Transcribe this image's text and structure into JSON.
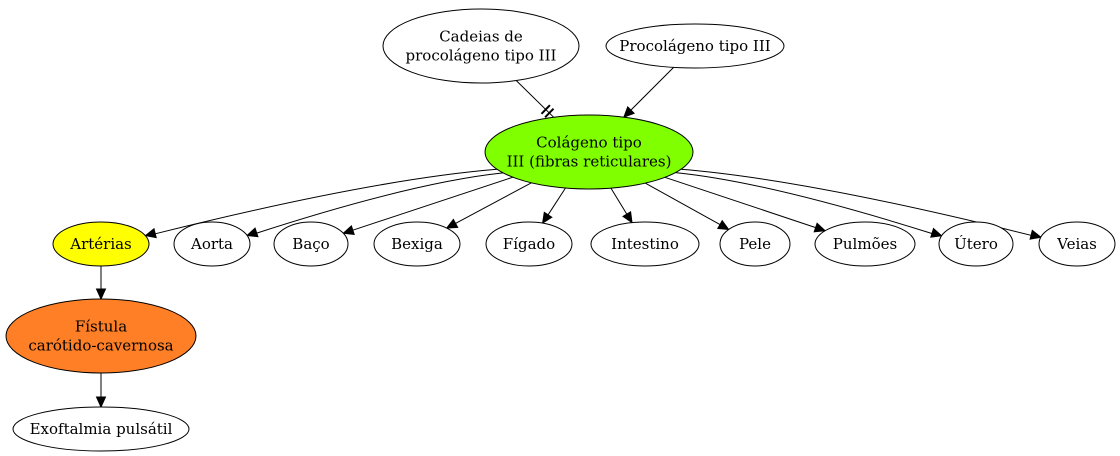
{
  "nodes": {
    "cadeias": {
      "label": [
        "Cadeias de",
        "procolágeno tipo III"
      ],
      "fill": "#ffffff"
    },
    "procolageno": {
      "label": [
        "Procolágeno tipo III"
      ],
      "fill": "#ffffff"
    },
    "colageno": {
      "label": [
        "Colágeno tipo",
        "III (fibras reticulares)"
      ],
      "fill": "#7fff00"
    },
    "arterias": {
      "label": [
        "Artérias"
      ],
      "fill": "#ffff00"
    },
    "aorta": {
      "label": [
        "Aorta"
      ],
      "fill": "#ffffff"
    },
    "baco": {
      "label": [
        "Baço"
      ],
      "fill": "#ffffff"
    },
    "bexiga": {
      "label": [
        "Bexiga"
      ],
      "fill": "#ffffff"
    },
    "figado": {
      "label": [
        "Fígado"
      ],
      "fill": "#ffffff"
    },
    "intestino": {
      "label": [
        "Intestino"
      ],
      "fill": "#ffffff"
    },
    "pele": {
      "label": [
        "Pele"
      ],
      "fill": "#ffffff"
    },
    "pulmoes": {
      "label": [
        "Pulmões"
      ],
      "fill": "#ffffff"
    },
    "utero": {
      "label": [
        "Útero"
      ],
      "fill": "#ffffff"
    },
    "veias": {
      "label": [
        "Veias"
      ],
      "fill": "#ffffff"
    },
    "fistula": {
      "label": [
        "Fístula",
        "carótido-cavernosa"
      ],
      "fill": "#ff7f27"
    },
    "exoftalmia": {
      "label": [
        "Exoftalmia pulsátil"
      ],
      "fill": "#ffffff"
    }
  },
  "edges": [
    {
      "from": "cadeias",
      "to": "colageno",
      "head": "tee"
    },
    {
      "from": "procolageno",
      "to": "colageno",
      "head": "arrow"
    },
    {
      "from": "colageno",
      "to": "arterias",
      "head": "arrow"
    },
    {
      "from": "colageno",
      "to": "aorta",
      "head": "arrow"
    },
    {
      "from": "colageno",
      "to": "baco",
      "head": "arrow"
    },
    {
      "from": "colageno",
      "to": "bexiga",
      "head": "arrow"
    },
    {
      "from": "colageno",
      "to": "figado",
      "head": "arrow"
    },
    {
      "from": "colageno",
      "to": "intestino",
      "head": "arrow"
    },
    {
      "from": "colageno",
      "to": "pele",
      "head": "arrow"
    },
    {
      "from": "colageno",
      "to": "pulmoes",
      "head": "arrow"
    },
    {
      "from": "colageno",
      "to": "utero",
      "head": "arrow"
    },
    {
      "from": "colageno",
      "to": "veias",
      "head": "arrow"
    },
    {
      "from": "arterias",
      "to": "fistula",
      "head": "arrow"
    },
    {
      "from": "fistula",
      "to": "exoftalmia",
      "head": "arrow"
    }
  ]
}
